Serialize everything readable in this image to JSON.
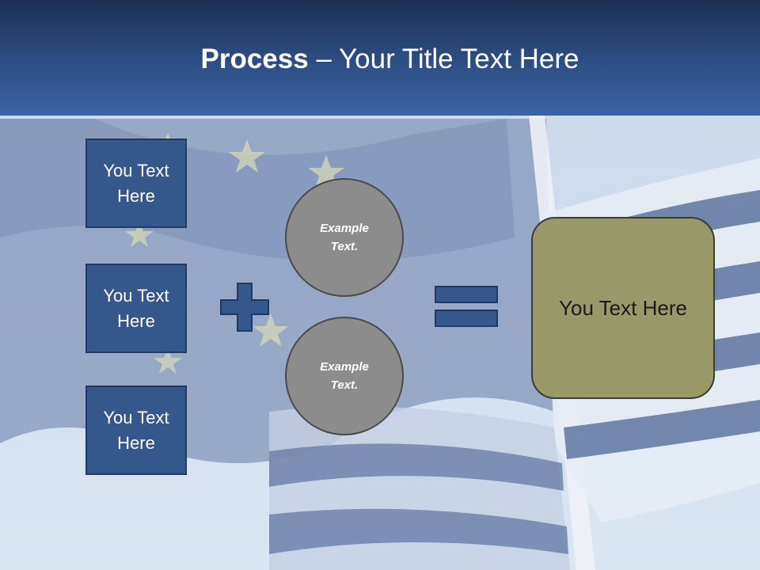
{
  "slide": {
    "title_bold": "Process",
    "title_dash": " – ",
    "title_rest": "Your Title Text Here"
  },
  "inputs": [
    {
      "label": "You Text Here"
    },
    {
      "label": "You Text Here"
    },
    {
      "label": "You Text Here"
    }
  ],
  "circles": [
    {
      "label": "Example Text."
    },
    {
      "label": "Example Text."
    }
  ],
  "result": {
    "label": "You Text Here"
  },
  "colors": {
    "header_dark": "#1b2f52",
    "header_light": "#3b64a6",
    "input_box": "#34578c",
    "circle": "#8c8c8c",
    "result_box": "#999868",
    "operator": "#34578c"
  },
  "icons": {
    "plus": "plus-icon",
    "equals": "equals-icon"
  }
}
